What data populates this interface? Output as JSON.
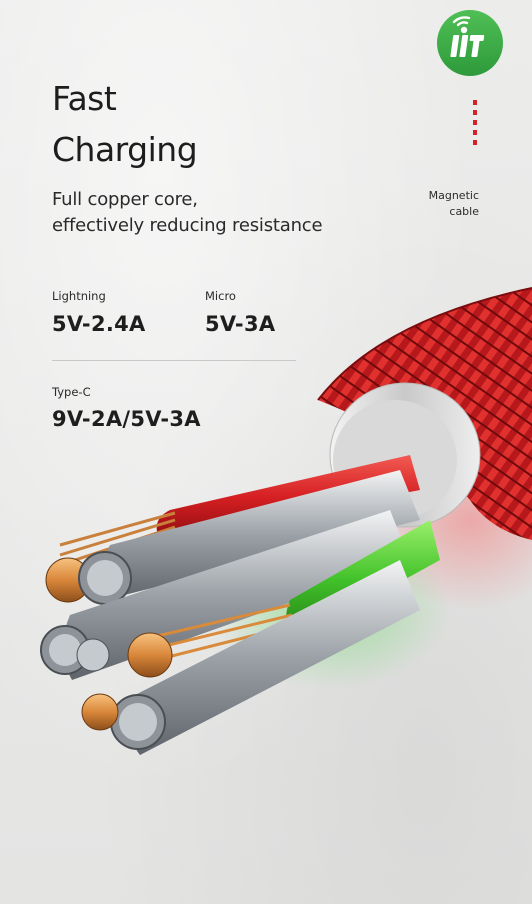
{
  "brand": {
    "badge_icon": "wifi-signal-logo-icon",
    "badge_color": "#3eaa4a"
  },
  "headline": {
    "line1": "Fast",
    "line2": "Charging"
  },
  "subtitle": {
    "line1": "Full copper core,",
    "line2": "effectively reducing resistance"
  },
  "callout": {
    "line1": "Magnetic",
    "line2": "cable",
    "dot_color": "#d3232a"
  },
  "specs": {
    "lightning": {
      "label": "Lightning",
      "value": "5V-2.4A"
    },
    "micro": {
      "label": "Micro",
      "value": "5V-3A"
    },
    "typec": {
      "label": "Type-C",
      "value": "9V-2A/5V-3A"
    }
  },
  "illustration": {
    "subject": "braided-cable-cross-section",
    "colors": {
      "braid": "#c81e22",
      "sleeve": "#dcdcdc",
      "red_insulation": "#d8262a",
      "green_insulation": "#45c02c",
      "copper": "#d98a3a",
      "steel": "#a9aeb3"
    }
  }
}
